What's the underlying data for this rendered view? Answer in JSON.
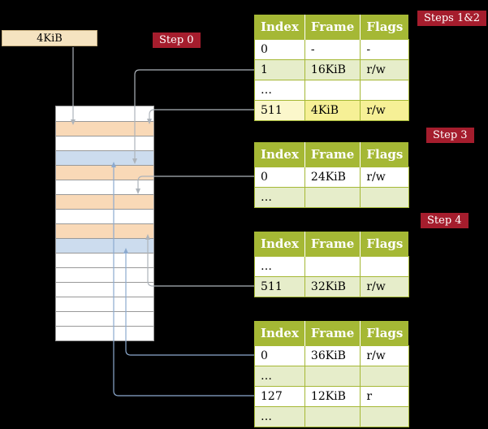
{
  "diagram": {
    "cr3_box": {
      "label": "4KiB"
    },
    "badges": {
      "step0": "Step 0",
      "steps12": "Steps 1&2",
      "step3": "Step 3",
      "step4": "Step 4"
    }
  },
  "tables": [
    {
      "columns": [
        "Index",
        "Frame",
        "Flags"
      ],
      "rows": [
        {
          "cells": [
            "0",
            "-",
            "-"
          ],
          "style": "white"
        },
        {
          "cells": [
            "1",
            "16KiB",
            "r/w"
          ],
          "style": "green"
        },
        {
          "cells": [
            "…",
            "",
            ""
          ],
          "style": "white"
        },
        {
          "cells": [
            "511",
            "4KiB",
            "r/w"
          ],
          "style": "highlight"
        }
      ]
    },
    {
      "columns": [
        "Index",
        "Frame",
        "Flags"
      ],
      "rows": [
        {
          "cells": [
            "0",
            "24KiB",
            "r/w"
          ],
          "style": "white"
        },
        {
          "cells": [
            "…",
            "",
            ""
          ],
          "style": "green"
        }
      ]
    },
    {
      "columns": [
        "Index",
        "Frame",
        "Flags"
      ],
      "rows": [
        {
          "cells": [
            "…",
            "",
            ""
          ],
          "style": "white"
        },
        {
          "cells": [
            "511",
            "32KiB",
            "r/w"
          ],
          "style": "green"
        }
      ]
    },
    {
      "columns": [
        "Index",
        "Frame",
        "Flags"
      ],
      "rows": [
        {
          "cells": [
            "0",
            "36KiB",
            "r/w"
          ],
          "style": "white"
        },
        {
          "cells": [
            "…",
            "",
            ""
          ],
          "style": "green"
        },
        {
          "cells": [
            "127",
            "12KiB",
            "r"
          ],
          "style": "white"
        },
        {
          "cells": [
            "…",
            "",
            ""
          ],
          "style": "green"
        }
      ]
    }
  ],
  "memory_rows": [
    "white",
    "peach",
    "white",
    "blue",
    "peach",
    "white",
    "peach",
    "white",
    "peach",
    "blue",
    "white",
    "white",
    "white",
    "white",
    "white",
    "white"
  ],
  "colors": {
    "background": "#000000",
    "badge": "#a51d2d",
    "table_header": "#a5b835",
    "row_green": "#e6edca",
    "row_highlight": "#f6f096",
    "frame_peach": "#f9d9b7",
    "frame_blue": "#ccdcee",
    "cr3_box": "#f5e3c0",
    "connector_gray": "#adb3ba",
    "connector_blue": "#8caacf"
  }
}
